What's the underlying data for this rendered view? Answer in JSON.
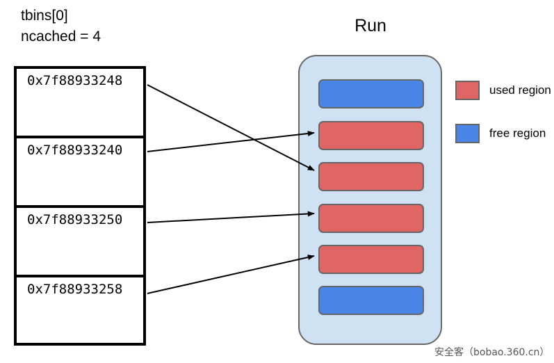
{
  "header": {
    "line1": "tbins[0]",
    "line2": "ncached = 4"
  },
  "tbins": {
    "cells": [
      {
        "address": "0x7f88933248"
      },
      {
        "address": "0x7f88933240"
      },
      {
        "address": "0x7f88933250"
      },
      {
        "address": "0x7f88933258"
      }
    ]
  },
  "run": {
    "title": "Run",
    "container_color": "#cfe2f3",
    "blocks": [
      {
        "kind": "free"
      },
      {
        "kind": "used"
      },
      {
        "kind": "used"
      },
      {
        "kind": "used"
      },
      {
        "kind": "used"
      },
      {
        "kind": "free"
      }
    ]
  },
  "legend": {
    "items": [
      {
        "label": "used region",
        "color": "#e06666"
      },
      {
        "label": "free region",
        "color": "#4a85e8"
      }
    ]
  },
  "watermark": {
    "text": "安全客（bobao.360.cn）"
  },
  "colors": {
    "used": "#e06666",
    "free": "#4a85e8",
    "run_bg": "#cfe2f3",
    "stroke": "#666666",
    "table_stroke": "#000000"
  }
}
